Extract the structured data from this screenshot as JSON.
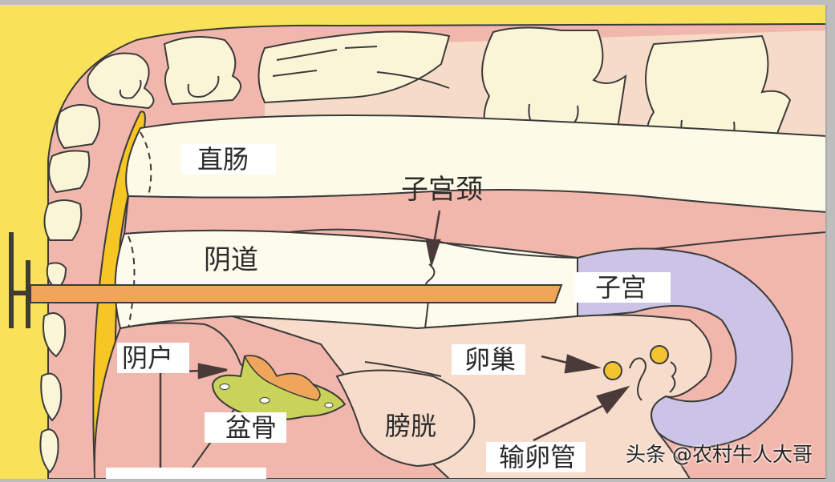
{
  "diagram": {
    "title": "Female reproductive tract — lateral cross-section with inserted instrument",
    "colors": {
      "background_yellow": "#f9e15a",
      "tissue_pink": "#f2b7ac",
      "bone_cream": "#fbf5d8",
      "uterus_lavender": "#cbc4e6",
      "ovary_yellow": "#f4c430",
      "instrument_orange": "#f0a65a",
      "pelvis_green": "#c9d35a",
      "outline": "#3a3a3a",
      "arrow": "#4a3a3a"
    },
    "labels": {
      "rectum": "直肠",
      "cervix": "子宫颈",
      "vagina": "阴道",
      "uterus": "子宫",
      "vulva": "阴户",
      "ovary": "卵巢",
      "pelvis": "盆骨",
      "bladder": "膀胱",
      "oviduct": "输卵管",
      "cut_off_label": ""
    },
    "watermark": "头条 @农村牛人大哥"
  }
}
